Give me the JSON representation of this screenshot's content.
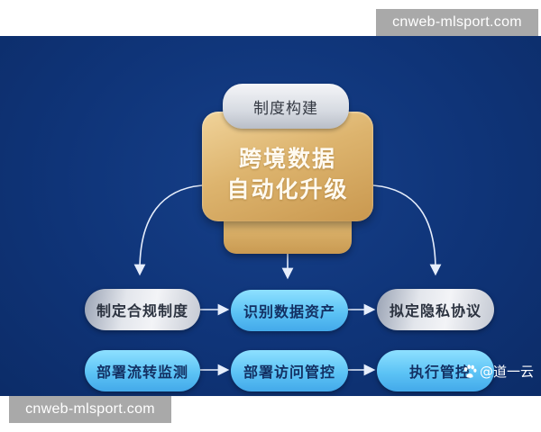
{
  "watermarks": {
    "top": "cnweb-mlsport.com",
    "bottom": "cnweb-mlsport.com"
  },
  "diagram": {
    "top_label": "制度构建",
    "center": {
      "line1": "跨境数据",
      "line2": "自动化升级"
    },
    "row1": [
      {
        "label": "制定合规制度",
        "style": "silver"
      },
      {
        "label": "识别数据资产",
        "style": "blue"
      },
      {
        "label": "拟定隐私协议",
        "style": "silver"
      }
    ],
    "row2": [
      {
        "label": "部署流转监测",
        "style": "blue"
      },
      {
        "label": "部署访问管控",
        "style": "blue"
      },
      {
        "label": "执行管控",
        "style": "blue"
      }
    ],
    "credit": "@道一云",
    "credit_icon": "baidu-paw-icon",
    "colors": {
      "background": "#0f3478",
      "gold": "#ddb46e",
      "silver": "#e3e6ec",
      "blue": "#5cc3f5",
      "arrow": "#e6eefc"
    }
  }
}
